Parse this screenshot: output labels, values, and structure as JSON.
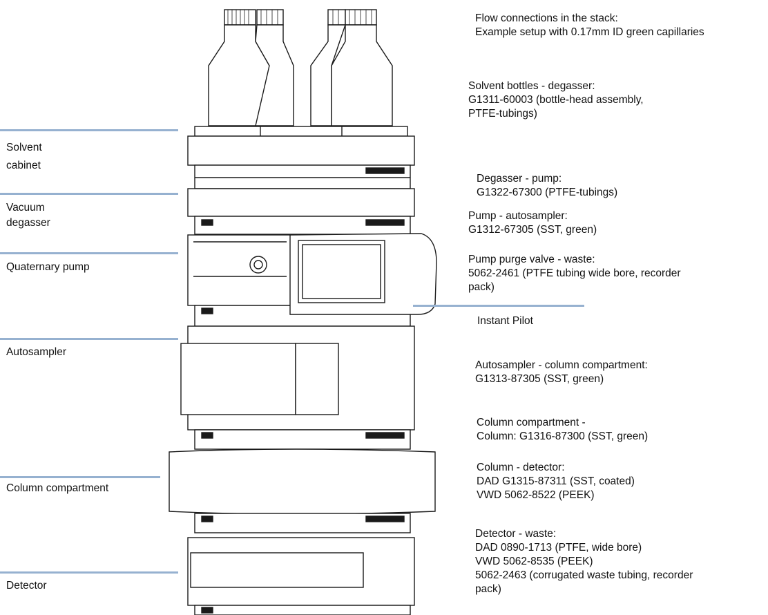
{
  "modules": {
    "solvent_cabinet": "Solvent\ncabinet",
    "vacuum_degasser": "Vacuum\ndegasser",
    "quaternary_pump": "Quaternary pump",
    "autosampler": "Autosampler",
    "column_compartment": "Column compartment",
    "detector": "Detector",
    "instant_pilot": "Instant Pilot"
  },
  "connections": [
    "Flow connections in the stack:\nExample setup with 0.17mm ID green capillaries",
    "Solvent bottles - degasser:\nG1311-60003 (bottle-head assembly,\nPTFE-tubings)",
    "Degasser - pump:\nG1322-67300 (PTFE-tubings)",
    "Pump - autosampler:\nG1312-67305 (SST, green)",
    "Pump purge valve - waste:\n5062-2461 (PTFE tubing wide bore, recorder\npack)",
    "Autosampler - column compartment:\nG1313-87305 (SST, green)",
    "Column compartment -\nColumn: G1316-87300 (SST, green)",
    "Column - detector:\nDAD G1315-87311 (SST, coated)\nVWD 5062-8522 (PEEK)",
    "Detector - waste:\nDAD 0890-1713 (PTFE, wide bore)\nVWD 5062-8535 (PEEK)\n5062-2463 (corrugated waste tubing, recorder\npack)"
  ]
}
